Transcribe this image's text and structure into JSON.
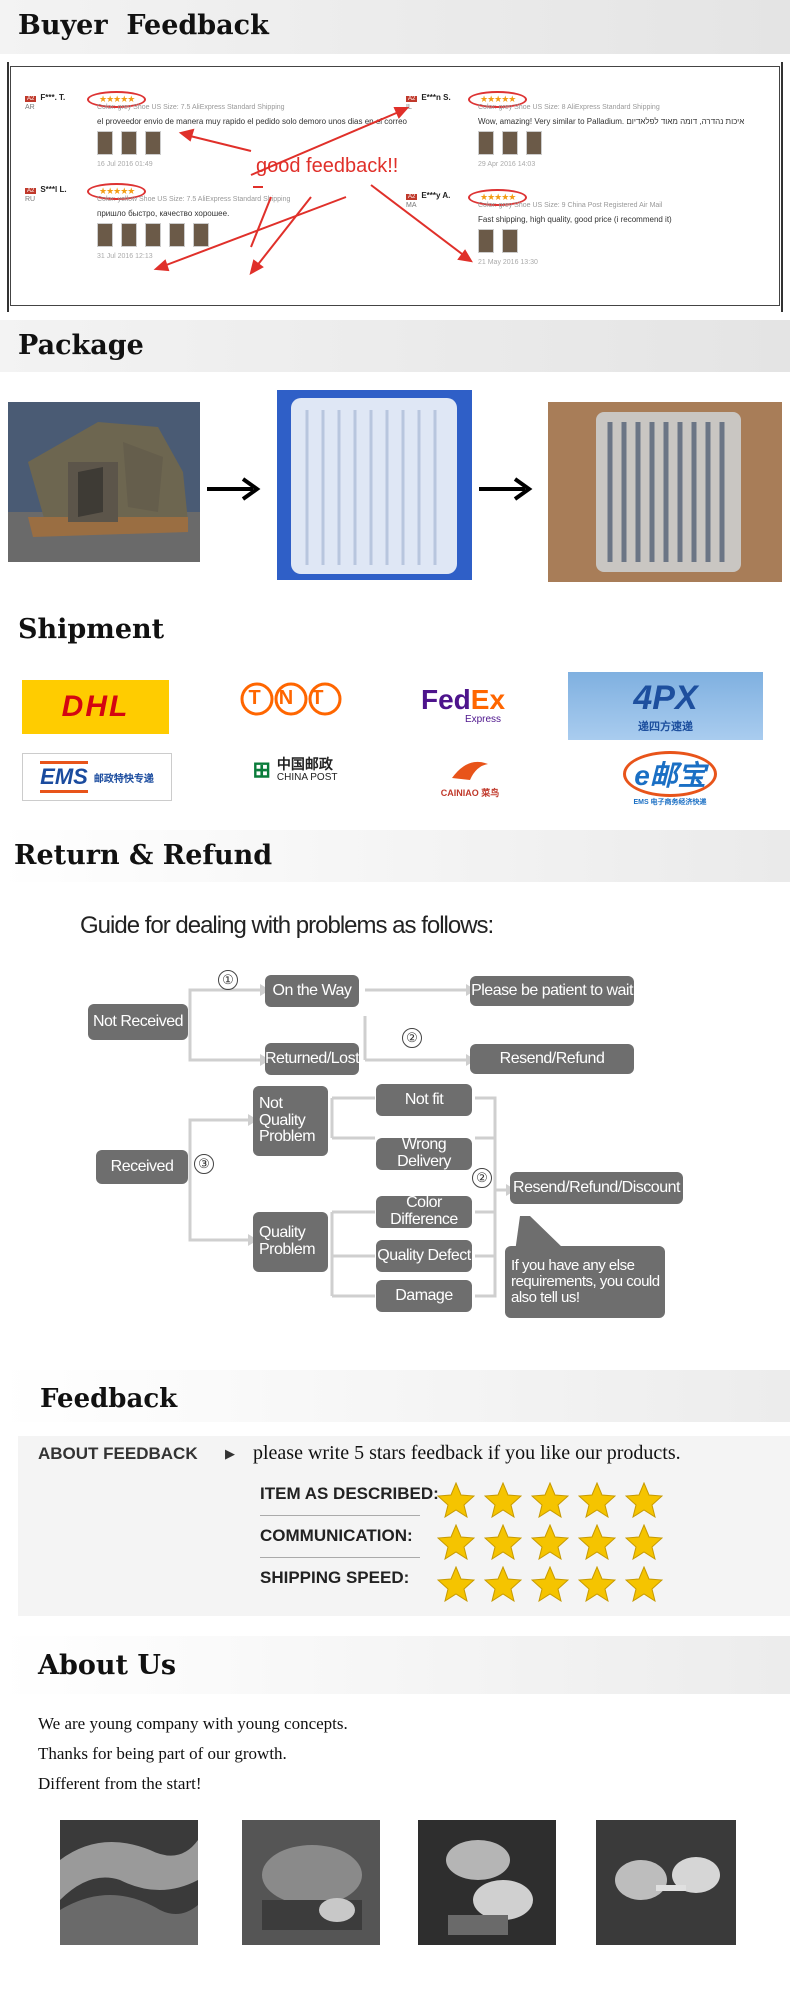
{
  "sections": {
    "buyer_feedback": "Buyer  Feedback",
    "package": "Package",
    "shipment": "Shipment",
    "return_refund": "Return & Refund",
    "feedback": "Feedback",
    "about_us": "About Us"
  },
  "reviews": [
    {
      "badge": "A2",
      "name": "F***. T.",
      "country": "AR",
      "stars": "★★★★★",
      "meta": "Color: grey    Shoe US Size: 7.5    AliExpress Standard Shipping",
      "text": "el proveedor envio de manera muy rapido el pedido solo demoro unos dias en el correo",
      "date": "16 Jul 2016 01:49"
    },
    {
      "badge": "A2",
      "name": "S***l L.",
      "country": "RU",
      "stars": "★★★★★",
      "meta": "Color: yellow    Shoe US Size: 7.5    AliExpress Standard Shipping",
      "text": "пришло быстро, качество хорошее.",
      "date": "31 Jul 2016 12:13"
    },
    {
      "badge": "A2",
      "name": "E***n S.",
      "country": "IL",
      "stars": "★★★★★",
      "meta": "Color: grey    Shoe US Size: 8    AliExpress Standard Shipping",
      "text": "Wow, amazing! Very similar to Palladium. איכות נהדרה, דומה מאוד לפלאדיום",
      "date": "29 Apr 2016 14:03"
    },
    {
      "badge": "A2",
      "name": "E***y A.",
      "country": "MA",
      "stars": "★★★★★",
      "meta": "Color: grey    Shoe US Size: 9    China Post Registered Air Mail",
      "text": "Fast shipping, high quality, good price (i recommend it)",
      "date": "21 May 2016 13:30"
    }
  ],
  "good_feedback": "good feedback!!",
  "shipment_logos": {
    "dhl": "DHL",
    "tnt": "TNT",
    "fedex_fed": "Fed",
    "fedex_ex": "Ex",
    "fedex_sub": "Express",
    "fourpx": "4PX",
    "fourpx_sub": "递四方速递",
    "ems": "EMS",
    "ems_sub": "邮政特快专递",
    "chinapost_cn": "中国邮政",
    "chinapost_en": "CHINA POST",
    "cainiao": "CAINIAO 菜鸟",
    "eyoubao": "e邮宝",
    "eyoubao_sub": "EMS 电子商务经济快递"
  },
  "guide": {
    "title": "Guide for dealing with problems as follows:",
    "not_received": "Not Received",
    "on_the_way": "On the Way",
    "patient": "Please be patient to wait",
    "returned_lost": "Returned/Lost",
    "resend_refund": "Resend/Refund",
    "received": "Received",
    "not_quality": "Not Quality Problem",
    "not_fit": "Not fit",
    "wrong_delivery": "Wrong Delivery",
    "quality_problem": "Quality Problem",
    "color_difference": "Color Difference",
    "quality_defect": "Quality Defect",
    "damage": "Damage",
    "resend_refund_discount": "Resend/Refund/Discount",
    "other_req": "If you have any else requirements, you could also tell us!",
    "c1": "①",
    "c2": "②",
    "c3": "③"
  },
  "feedback": {
    "about_label": "ABOUT FEEDBACK",
    "please": "please write 5 stars feedback if you like our products.",
    "rows": [
      {
        "label": "ITEM AS DESCRIBED:"
      },
      {
        "label": "COMMUNICATION:"
      },
      {
        "label": "SHIPPING SPEED:"
      }
    ],
    "rating": 5
  },
  "about": {
    "lines": [
      "We are young company with young concepts.",
      "Thanks for being part of our growth.",
      "Different from the start!"
    ]
  },
  "colors": {
    "accent_red": "#e0302a",
    "star_gold": "#f5c400",
    "box_gray": "#6e6e6e"
  }
}
